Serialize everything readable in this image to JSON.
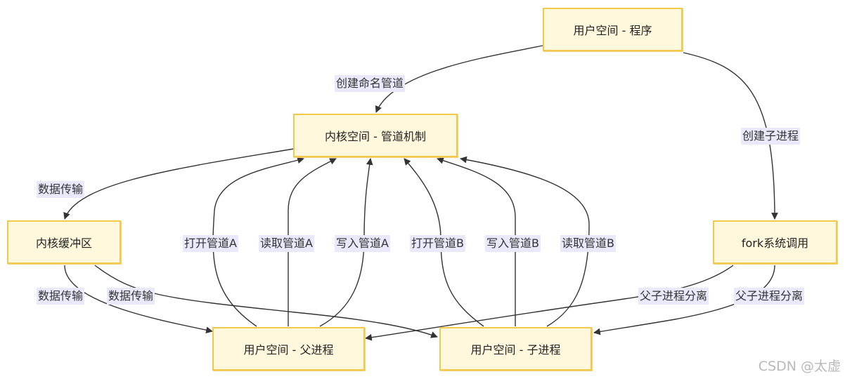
{
  "nodes": {
    "user_program": "用户空间 - 程序",
    "kernel_pipe": "内核空间 - 管道机制",
    "kernel_buffer": "内核缓冲区",
    "fork": "fork系统调用",
    "parent": "用户空间 - 父进程",
    "child": "用户空间 - 子进程"
  },
  "edge_labels": {
    "create_named_pipe": "创建命名管道",
    "create_child": "创建子进程",
    "data_transfer_1": "数据传输",
    "data_transfer_2": "数据传输",
    "data_transfer_3": "数据传输",
    "open_pipe_a": "打开管道A",
    "read_pipe_a": "读取管道A",
    "write_pipe_a": "写入管道A",
    "open_pipe_b": "打开管道B",
    "write_pipe_b": "写入管道B",
    "read_pipe_b": "读取管道B",
    "separate_1": "父子进程分离",
    "separate_2": "父子进程分离"
  },
  "watermark": "CSDN @太虚",
  "colors": {
    "node_fill": "#fff8dc",
    "node_border": "#f2c94c",
    "label_bg": "#e9e9fb",
    "edge": "#333333"
  }
}
